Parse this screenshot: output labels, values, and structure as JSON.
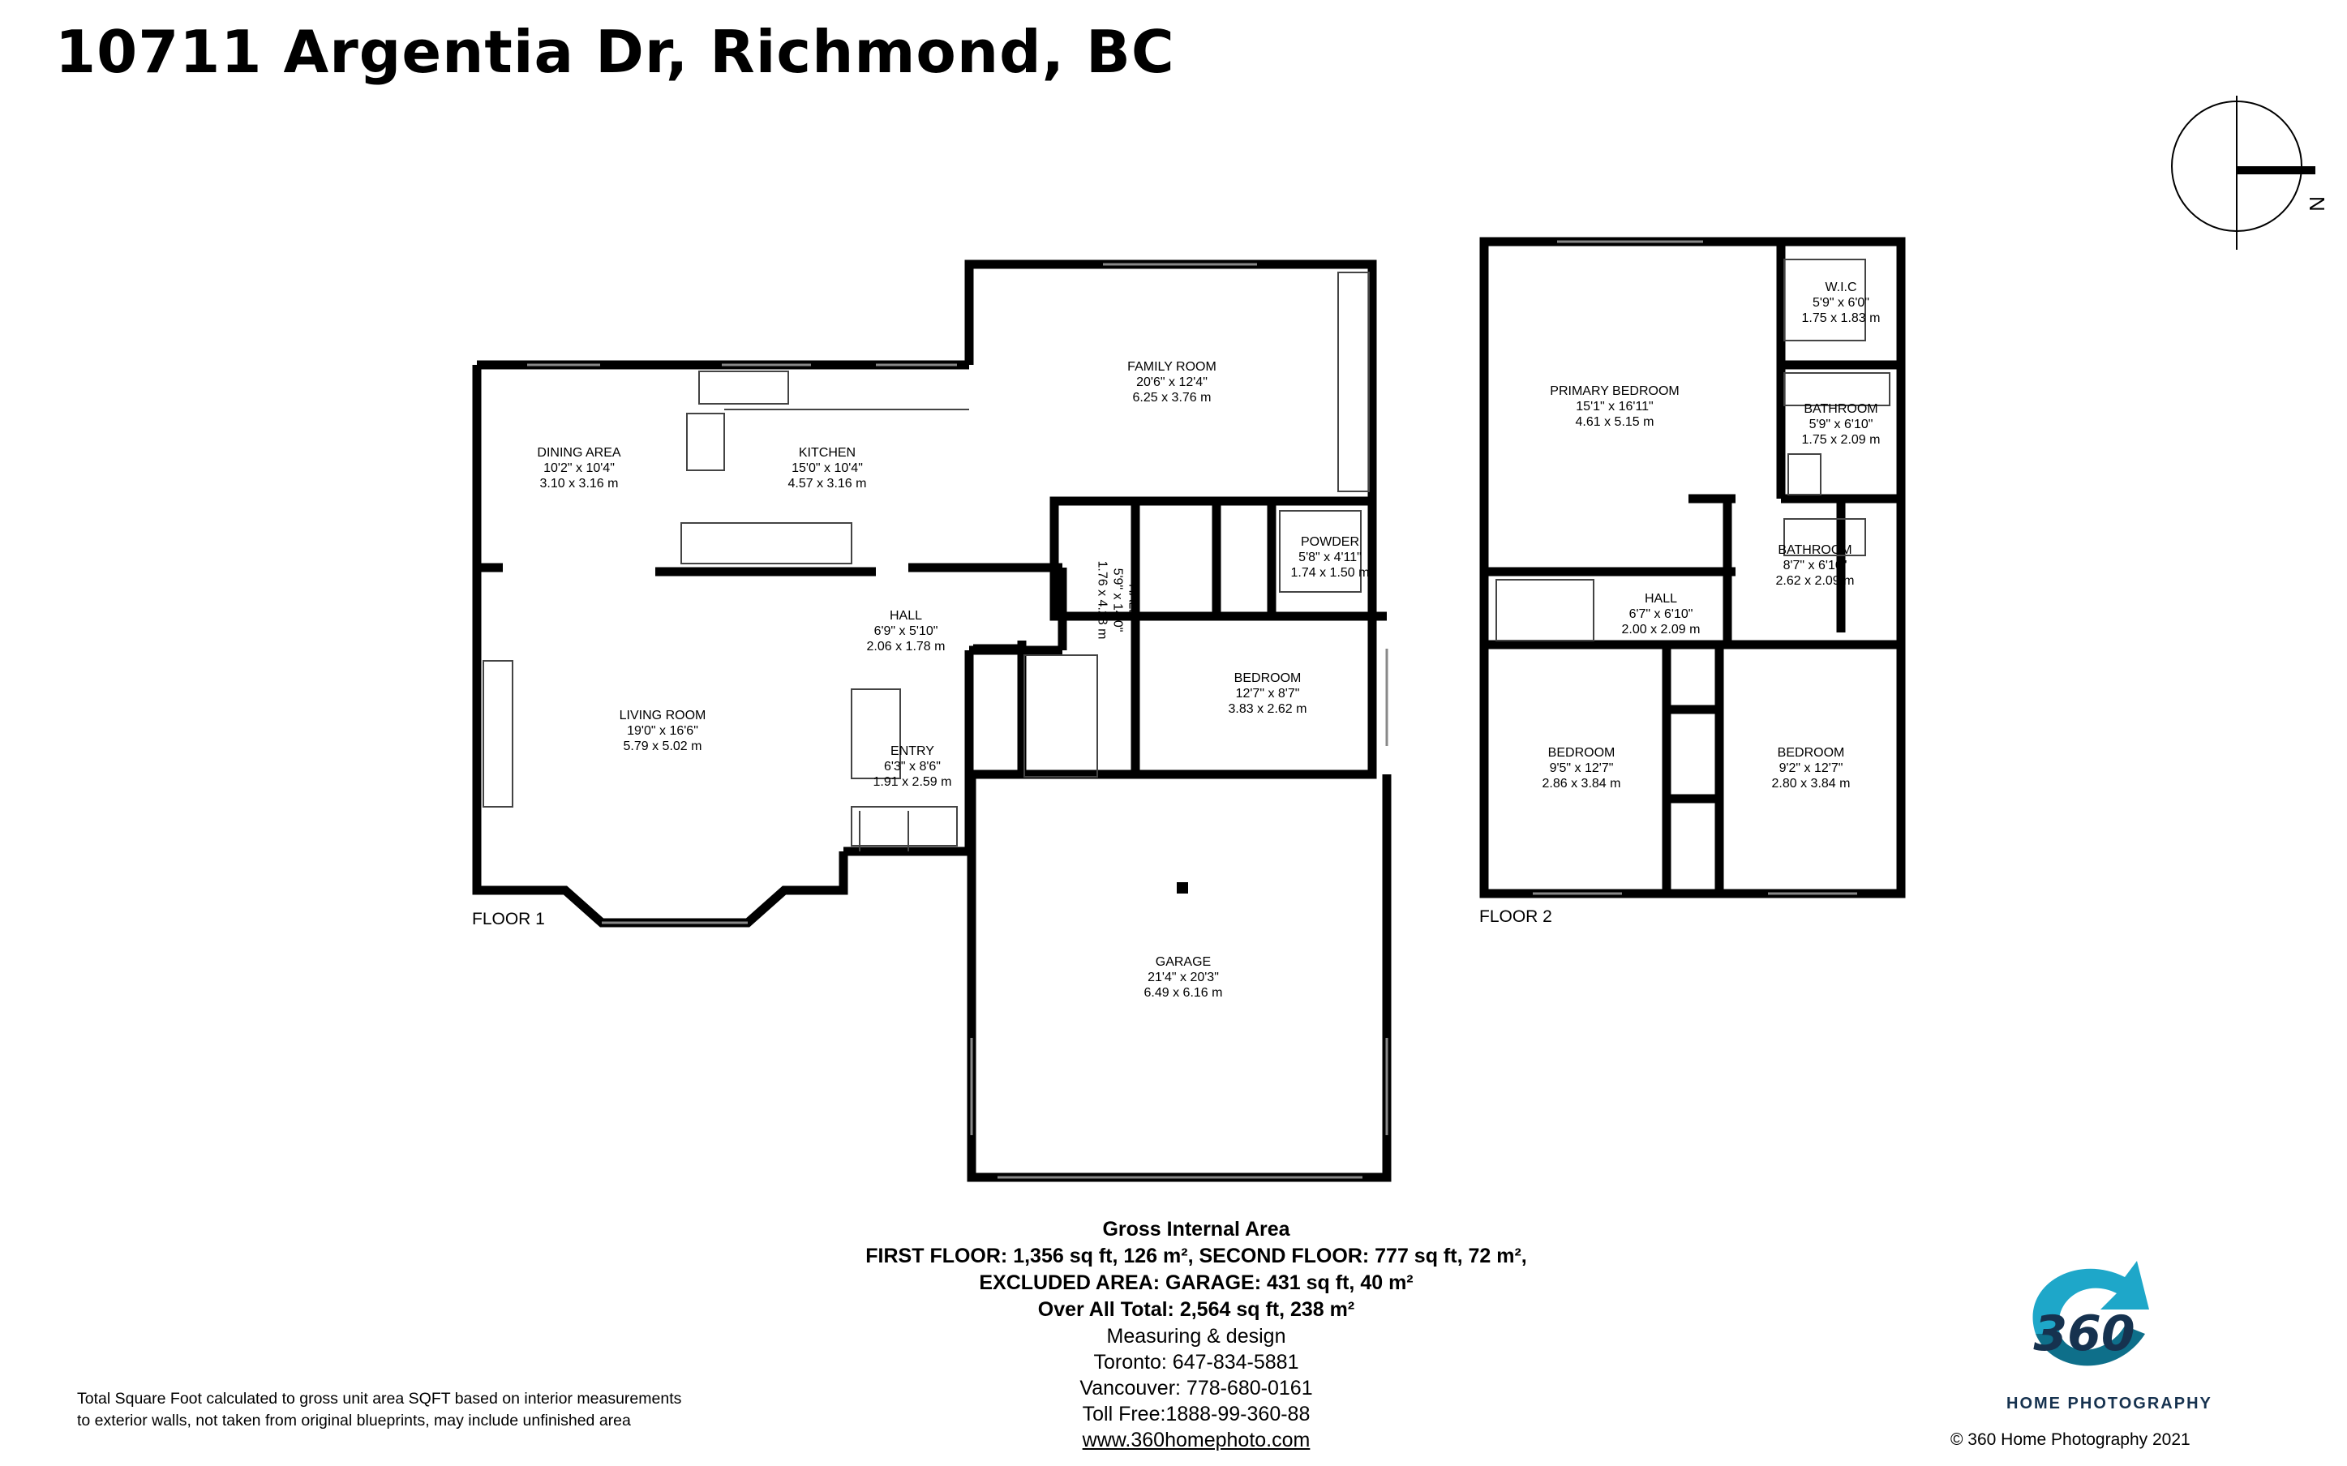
{
  "title": "10711 Argentia Dr, Richmond, BC",
  "floors": {
    "floor1_label": "FLOOR 1",
    "floor2_label": "FLOOR 2"
  },
  "rooms": {
    "dining": {
      "name": "DINING AREA",
      "imperial": "10'2\" x 10'4\"",
      "metric": "3.10 x 3.16 m"
    },
    "kitchen": {
      "name": "KITCHEN",
      "imperial": "15'0\" x 10'4\"",
      "metric": "4.57 x 3.16 m"
    },
    "family": {
      "name": "FAMILY ROOM",
      "imperial": "20'6\" x 12'4\"",
      "metric": "6.25 x 3.76 m"
    },
    "hall1": {
      "name": "HALL",
      "imperial": "6'9\" x 5'10\"",
      "metric": "2.06 x 1.78 m"
    },
    "hall2": {
      "name": "HALL",
      "imperial": "5'9\" x 14'0\"",
      "metric": "1.76 x 4.28 m"
    },
    "powder": {
      "name": "POWDER",
      "imperial": "5'8\" x 4'11\"",
      "metric": "1.74 x 1.50 m"
    },
    "living": {
      "name": "LIVING ROOM",
      "imperial": "19'0\" x 16'6\"",
      "metric": "5.79 x 5.02 m"
    },
    "entry": {
      "name": "ENTRY",
      "imperial": "6'3\" x 8'6\"",
      "metric": "1.91 x 2.59 m"
    },
    "bedroom1": {
      "name": "BEDROOM",
      "imperial": "12'7\" x 8'7\"",
      "metric": "3.83 x 2.62 m"
    },
    "garage": {
      "name": "GARAGE",
      "imperial": "21'4\" x 20'3\"",
      "metric": "6.49 x 6.16 m"
    },
    "primary": {
      "name": "PRIMARY BEDROOM",
      "imperial": "15'1\" x 16'11\"",
      "metric": "4.61 x 5.15 m"
    },
    "wic": {
      "name": "W.I.C",
      "imperial": "5'9\" x 6'0\"",
      "metric": "1.75 x 1.83 m"
    },
    "bath1": {
      "name": "BATHROOM",
      "imperial": "5'9\" x 6'10\"",
      "metric": "1.75 x 2.09 m"
    },
    "bath2": {
      "name": "BATHROOM",
      "imperial": "8'7\" x 6'10\"",
      "metric": "2.62 x 2.09 m"
    },
    "hall3": {
      "name": "HALL",
      "imperial": "6'7\" x 6'10\"",
      "metric": "2.00 x 2.09 m"
    },
    "bedroom2": {
      "name": "BEDROOM",
      "imperial": "9'5\" x 12'7\"",
      "metric": "2.86 x 3.84 m"
    },
    "bedroom3": {
      "name": "BEDROOM",
      "imperial": "9'2\" x 12'7\"",
      "metric": "2.80 x 3.84 m"
    }
  },
  "area": {
    "heading": "Gross Internal Area",
    "line1": "FIRST FLOOR: 1,356 sq ft, 126 m², SECOND FLOOR: 777 sq ft, 72 m²,",
    "line2": "EXCLUDED AREA: GARAGE: 431 sq ft, 40 m²",
    "line3": "Over All Total: 2,564 sq ft, 238 m²",
    "line4": "Measuring & design",
    "line5": "Toronto: 647-834-5881",
    "line6": "Vancouver: 778-680-0161",
    "line7": "Toll Free:1888-99-360-88",
    "website": "www.360homephoto.com"
  },
  "disclaimer": "Total Square Foot calculated to gross unit area SQFT based on interior measurements to exterior walls, not taken from original blueprints, may include unfinished area",
  "copyright": "©  360 Home Photography 2021",
  "logo": {
    "number": "360",
    "brand": "HOME PHOTOGRAPHY"
  },
  "compass": {
    "letter": "N"
  },
  "colors": {
    "wall": "#000000",
    "logo_blue": "#1ea7c9",
    "logo_dark": "#16324f"
  }
}
